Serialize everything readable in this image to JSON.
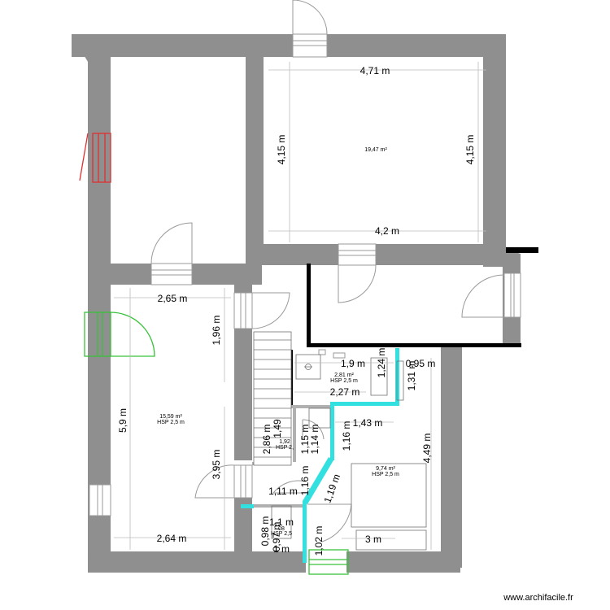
{
  "dimensions": {
    "d_471": "4,71 m",
    "d_415_left": "4,15 m",
    "d_415_right": "4,15 m",
    "d_42": "4,2 m",
    "d_265": "2,65 m",
    "d_196": "1,96 m",
    "d_59": "5,9 m",
    "d_395": "3,95 m",
    "d_264": "2,64 m",
    "d_19": "1,9 m",
    "d_095": "0,95 m",
    "d_124": "1,24 m",
    "d_131": "1,31 m",
    "d_227": "2,27 m",
    "d_143": "1,43 m",
    "d_116a": "1,16 m",
    "d_449": "4,49 m",
    "d_286": "2,86 m",
    "d_149": "1,49",
    "d_115": "1,15 m",
    "d_114": "1,14 m",
    "d_111": "1,11 m",
    "d_116b": "1,16 m",
    "d_119": "1,19 m",
    "d_098": "0,98 m",
    "d_11": "1,1 m",
    "d_097": "0,97 m",
    "d_1b": "1 m",
    "d_102": "1,02 m",
    "d_3": "3 m"
  },
  "rooms": {
    "area_1947": "19,47 m²",
    "area_1559": "15,59 m²",
    "hsp_1559": "HSP 2,5 m",
    "area_281": "2,81 m²",
    "hsp_281": "HSP 2,5 m",
    "area_974": "9,74 m²",
    "hsp_974": "HSP 2,5 m",
    "area_192": "1,92",
    "hsp_192": "HSP 2,",
    "area_08": "08",
    "hsp_08": "HSP 2,5"
  },
  "watermark": "www.archifacile.fr",
  "colors": {
    "wall": "#8f8f8f",
    "window_red": "#e03030",
    "window_green": "#39c23a",
    "cyan_partition": "#33e0e0",
    "black_partition": "#000000"
  }
}
